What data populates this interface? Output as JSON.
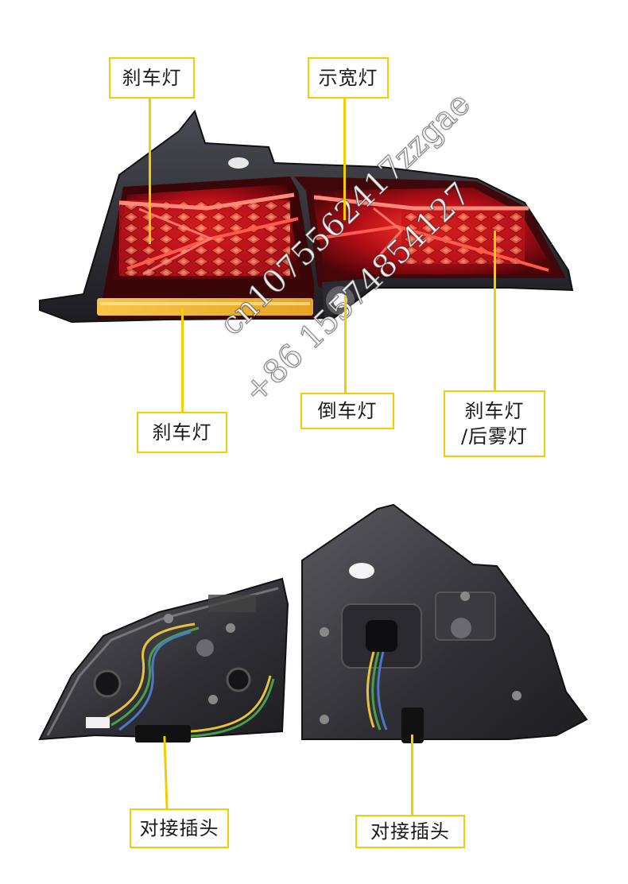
{
  "callouts": {
    "top_left": "刹车灯",
    "top_center": "示宽灯",
    "bottom_left": "刹车灯",
    "bottom_center": "倒车灯",
    "bottom_right_line1": "刹车灯",
    "bottom_right_line2": "/后雾灯",
    "plug_left": "对接插头",
    "plug_right": "对接插头"
  },
  "watermark": {
    "line1": "cn1075562417zzgae",
    "line2": "+86 15574854127"
  },
  "colors": {
    "callout_border": "#f2cd00",
    "lens_red": "#d0121c",
    "amber_strip": "#f0b030",
    "housing": "#2c2c32"
  }
}
